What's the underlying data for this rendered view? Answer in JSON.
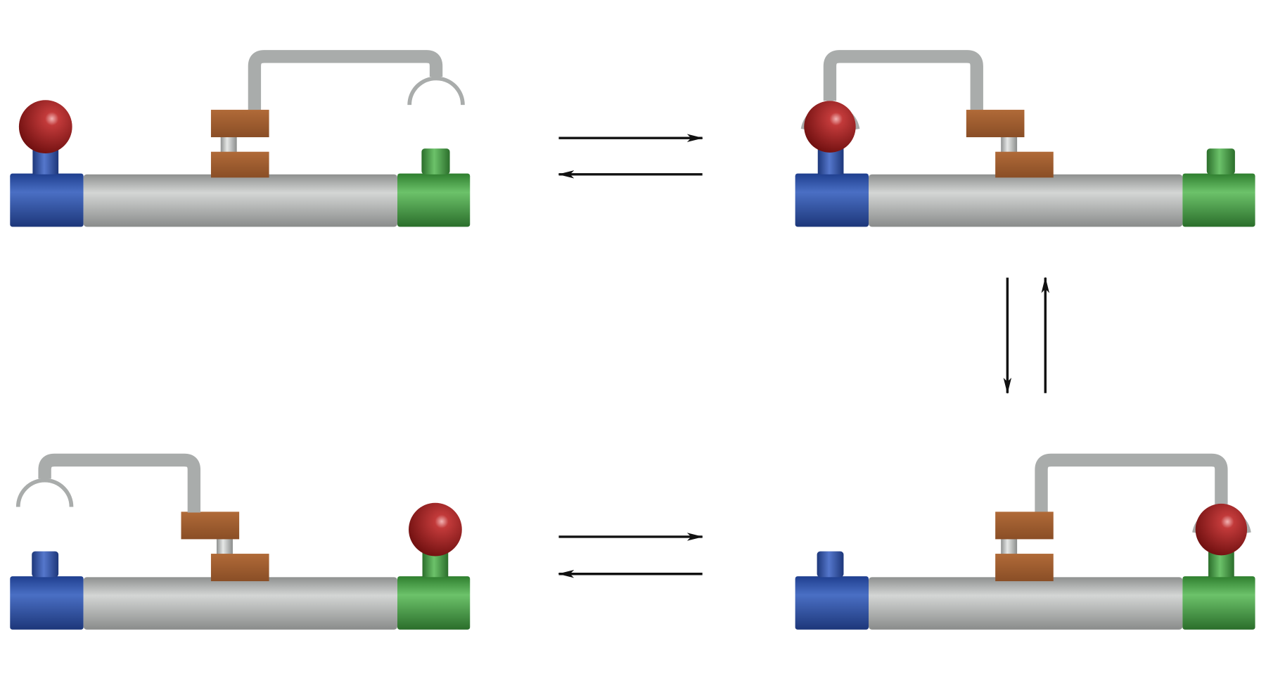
{
  "diagram": {
    "type": "molecular-machine-equilibrium-cycle",
    "states": [
      "state-1",
      "state-2",
      "state-3",
      "state-4"
    ],
    "colors": {
      "left_station": "#2a4c9e",
      "right_station": "#3a8f3a",
      "axle": "#a8aaa9",
      "slider": "#9a5a2e",
      "ball": "#9b1c1c",
      "arm": "#a9acab",
      "arrow": "#111111"
    }
  }
}
